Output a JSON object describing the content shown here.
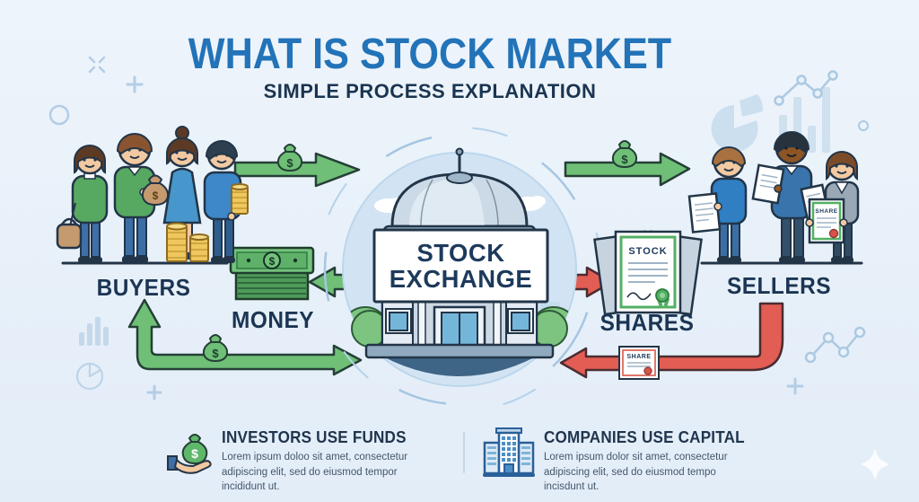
{
  "header": {
    "title": "WHAT IS STOCK MARKET",
    "subtitle": "SIMPLE PROCESS EXPLANATION"
  },
  "diagram": {
    "buyers_label": "BUYERS",
    "sellers_label": "SELLERS",
    "money_label": "MONEY",
    "shares_label": "SHARES",
    "exchange_sign_line1": "STOCK",
    "exchange_sign_line2": "EXCHANGE",
    "stock_certificate_label": "STOCK",
    "share_certificate_label": "SHARE",
    "dollar_symbol": "$"
  },
  "footer": {
    "items": [
      {
        "icon": "hand-money-bag-icon",
        "title": "INVESTORS USE FUNDS",
        "description": "Lorem ipsum doloo sit amet, consectetur adipiscing elit, sed do eiusmod tempor incididunt ut."
      },
      {
        "icon": "office-building-icon",
        "title": "COMPANIES USE CAPITAL",
        "description": "Lorem ipsum dolor sit amet, consectetur adipiscing elit, sed do eiusmod tempo incisdunt ut."
      }
    ]
  },
  "colors": {
    "background": "#e9f1fa",
    "title_blue": "#2273b8",
    "navy_text": "#1b3553",
    "arrow_green": "#6fbf77",
    "arrow_red": "#e25d53",
    "money_green": "#57a05f",
    "coin_gold": "#eec75e",
    "certificate_green": "#53b063",
    "outline_dark": "#223548"
  }
}
